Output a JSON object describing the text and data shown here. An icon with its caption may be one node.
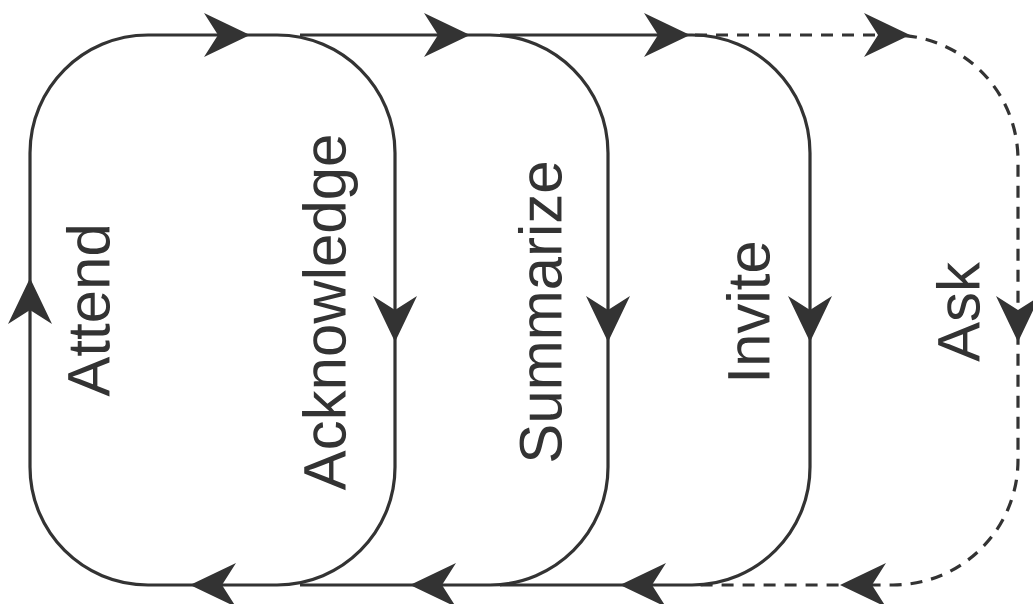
{
  "diagram": {
    "labels": [
      "Attend",
      "Acknowledge",
      "Summarize",
      "Invite",
      "Ask"
    ]
  }
}
